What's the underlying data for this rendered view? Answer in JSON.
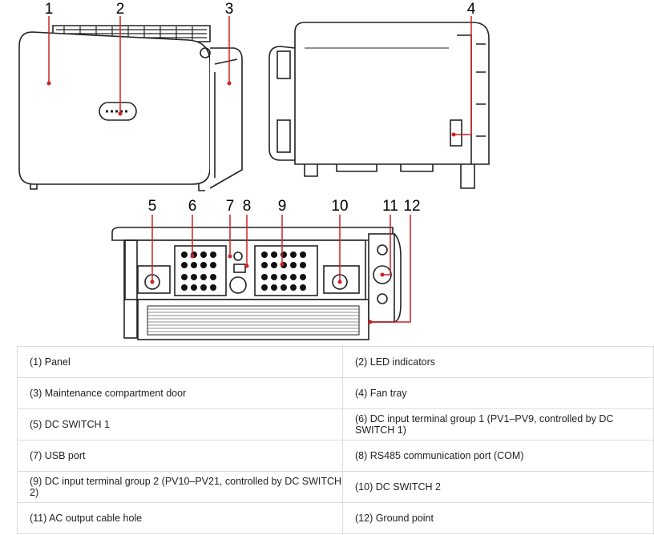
{
  "callouts": [
    "1",
    "2",
    "3",
    "4",
    "5",
    "6",
    "7",
    "8",
    "9",
    "10",
    "11",
    "12"
  ],
  "legend": [
    [
      "(1) Panel",
      "(2) LED indicators"
    ],
    [
      "(3) Maintenance compartment door",
      "(4) Fan tray"
    ],
    [
      "(5) DC SWITCH 1",
      "(6) DC input terminal group 1 (PV1–PV9, controlled by DC SWITCH 1)"
    ],
    [
      "(7) USB port",
      "(8) RS485 communication port (COM)"
    ],
    [
      "(9) DC input terminal group 2 (PV10–PV21, controlled by DC SWITCH 2)",
      "(10) DC SWITCH 2"
    ],
    [
      "(11) AC output cable hole",
      "(12) Ground point"
    ]
  ],
  "colors": {
    "leader": "#cc2222",
    "outline": "#222222",
    "border": "#dcdcdc"
  }
}
